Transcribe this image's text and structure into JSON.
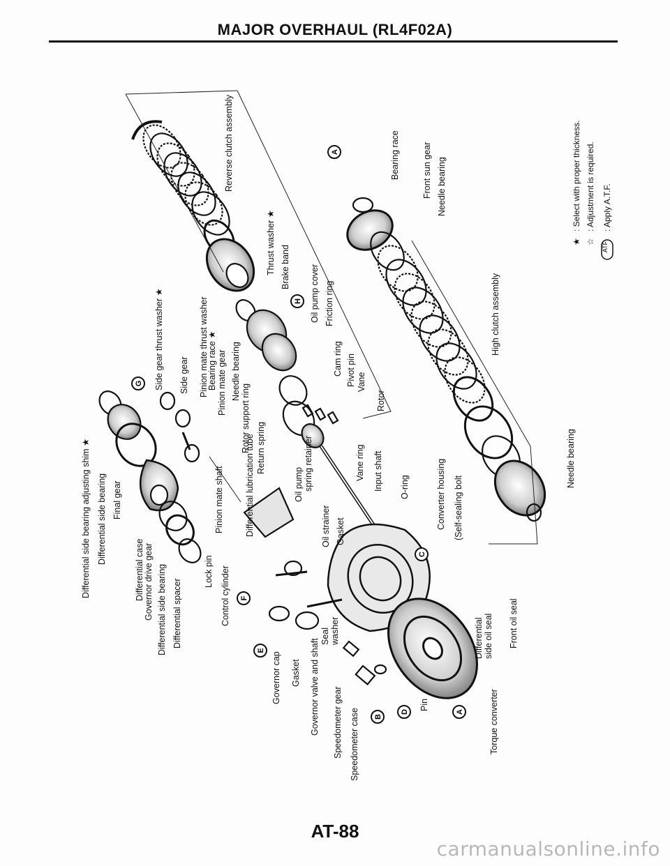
{
  "header": {
    "title": "MAJOR OVERHAUL (RL4F02A)"
  },
  "footer": {
    "page_number": "AT-88",
    "watermark": "carmanualsonline.info"
  },
  "labels": {
    "reverse_clutch_assembly": "Reverse clutch assembly",
    "thrust_washer": "Thrust washer ★",
    "brake_band": "Brake band",
    "oil_pump_cover": "Oil pump cover",
    "friction_ring": "Friction ring",
    "cam_ring": "Cam ring",
    "pivot_pin": "Pivot pin",
    "vane": "Vane",
    "rotor": "Rotor",
    "vane_ring": "Vane ring",
    "input_shaft": "Input shaft",
    "o_ring": "O-ring",
    "converter_housing": "Converter housing",
    "self_sealing_bolt": "(Self-sealing bolt",
    "bearing_race_right": "Bearing race",
    "front_sun_gear": "Front sun gear",
    "needle_bearing_right": "Needle bearing",
    "high_clutch_assembly": "High clutch assembly",
    "needle_bearing_bottom": "Needle bearing",
    "diff_side_bearing_adjusting_shim": "Differential side bearing adjusting shim ★",
    "diff_side_bearing_top": "Differential side bearing",
    "final_gear": "Final gear",
    "differential_case": "Differential case",
    "governor_drive_gear": "Governor drive gear",
    "diff_side_bearing_bottom": "Differential side bearing",
    "differential_spacer": "Differential spacer",
    "side_gear_thrust_washer": "Side gear thrust washer ★",
    "side_gear": "Side gear",
    "pinion_mate_thrust_washer": "Pinion mate thrust washer",
    "bearing_race_mid": "Bearing race ★",
    "pinion_mate_gear": "Pinion mate gear",
    "needle_bearing_mid": "Needle bearing",
    "pinion_mate_shaft": "Pinion mate shaft",
    "lock_pin": "Lock pin",
    "rotor_support_ring": "Rotor support ring",
    "differential_lubrication_tube": "Differential lubrication tube",
    "return_spring": "Return spring",
    "oil_pump_spring_retainer_1": "Oil pump",
    "oil_pump_spring_retainer_2": "spring retainer",
    "oil_strainer": "Oil strainer",
    "gasket_upper": "Gasket",
    "control_cylinder": "Control cylinder",
    "governor_cap": "Governor cap",
    "gasket_lower": "Gasket",
    "governor_valve_and_shaft": "Governor valve and shaft",
    "seal_washer_1": "Seal",
    "seal_washer_2": "washer",
    "speedometer_gear": "Speedometer gear",
    "speedometer_case": "Speedometer case",
    "pin": "Pin",
    "torque_converter": "Torque converter",
    "differential_side_oil_seal_1": "Differential",
    "differential_side_oil_seal_2": "side oil seal",
    "front_oil_seal": "Front oil seal"
  },
  "callouts": {
    "A_top": "A",
    "A_bottom": "A",
    "B": "B",
    "C": "C",
    "D": "D",
    "E": "E",
    "F": "F",
    "G": "G",
    "H": "H"
  },
  "legend": {
    "star_symbol": "★",
    "star_text": ": Select with proper thickness.",
    "open_star_symbol": "☆",
    "open_star_text": ": Adjustment is required.",
    "atf_symbol": "ATF",
    "atf_text": ": Apply A.T.F."
  }
}
